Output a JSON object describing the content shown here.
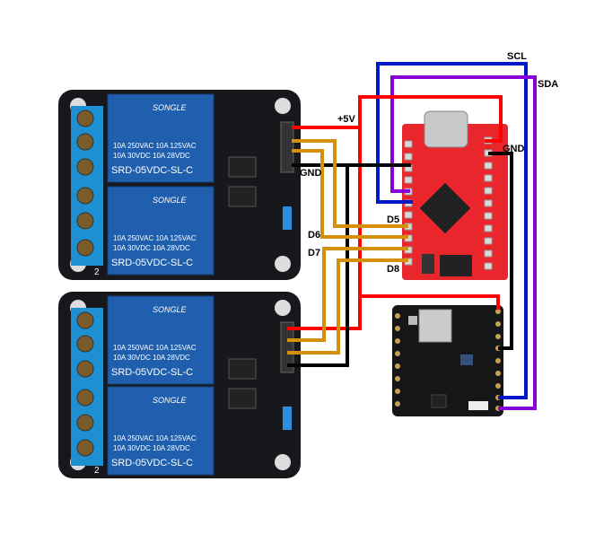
{
  "labels": {
    "scl": "SCL",
    "sda": "SDA",
    "vcc": "+5V",
    "gnd_left": "GND",
    "gnd_right": "GND",
    "d5": "D5",
    "d6": "D6",
    "d7": "D7",
    "d8": "D8"
  },
  "relay_module": {
    "brand": "SONGLE",
    "rating_line1": "10A 250VAC  10A 125VAC",
    "rating_line2": "10A  30VDC  10A  28VDC",
    "model": "SRD-05VDC-SL-C",
    "board_number": "2"
  },
  "colors": {
    "vcc": "#ff0000",
    "gnd": "#000000",
    "signal": "#d4900a",
    "scl": "#0018c8",
    "sda": "#8a00d8",
    "relay_blue": "#1f5fae",
    "pro_micro_red": "#e8262b"
  }
}
